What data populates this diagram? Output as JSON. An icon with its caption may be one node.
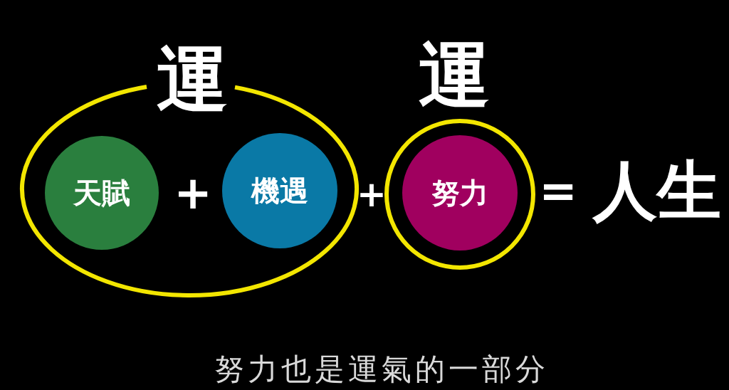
{
  "diagram": {
    "caption": "努力也是運氣的一部分",
    "nodes": [
      {
        "text": [
          "運"
        ]
      },
      {
        "text": [
          "天賦"
        ],
        "in": 0
      },
      {
        "text": [
          "機遇"
        ],
        "in": 0
      },
      {
        "text": [
          "運"
        ]
      },
      {
        "text": [
          "努力"
        ],
        "in": 3
      }
    ],
    "labels": [
      "+",
      "+",
      "=",
      "人生"
    ]
  }
}
